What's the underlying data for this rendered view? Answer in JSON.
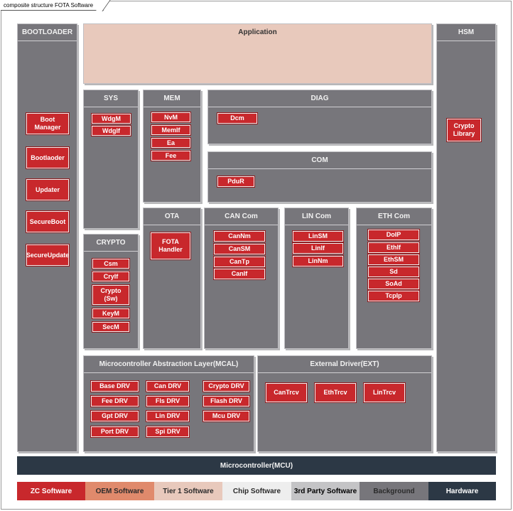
{
  "frame_title": "composite structure FOTA Software",
  "bootloader": {
    "title": "BOOTLOADER",
    "modules": [
      "Boot\nManager",
      "Bootlaoder",
      "Updater",
      "SecureBoot",
      "SecureUpdate"
    ]
  },
  "application": {
    "title": "Application"
  },
  "hsm": {
    "title": "HSM",
    "modules": [
      "Crypto\nLibrary"
    ]
  },
  "sys": {
    "title": "SYS",
    "modules": [
      "WdgM",
      "WdgIf"
    ]
  },
  "mem": {
    "title": "MEM",
    "modules": [
      "NvM",
      "MemIf",
      "Ea",
      "Fee"
    ]
  },
  "diag": {
    "title": "DIAG",
    "modules": [
      "Dcm"
    ]
  },
  "com": {
    "title": "COM",
    "modules": [
      "PduR"
    ]
  },
  "crypto": {
    "title": "CRYPTO",
    "modules": [
      "Csm",
      "CryIf",
      "Crypto\n(Sw)",
      "KeyM",
      "SecM"
    ]
  },
  "ota": {
    "title": "OTA",
    "modules": [
      "FOTA\nHandler"
    ]
  },
  "can_com": {
    "title": "CAN Com",
    "modules": [
      "CanNm",
      "CanSM",
      "CanTp",
      "CanIf"
    ]
  },
  "lin_com": {
    "title": "LIN Com",
    "modules": [
      "LinSM",
      "LinIf",
      "LinNm"
    ]
  },
  "eth_com": {
    "title": "ETH Com",
    "modules": [
      "DoIP",
      "EthIf",
      "EthSM",
      "Sd",
      "SoAd",
      "TcpIp"
    ]
  },
  "mcal": {
    "title": "Microcontroller Abstraction Layer(MCAL)",
    "modules": [
      "Base DRV",
      "Can DRV",
      "Crypto DRV",
      "Fee DRV",
      "Fls DRV",
      "Flash DRV",
      "Gpt DRV",
      "Lin DRV",
      "Mcu DRV",
      "Port DRV",
      "Spi DRV"
    ]
  },
  "ext": {
    "title": "External Driver(EXT)",
    "modules": [
      "CanTrcv",
      "EthTrcv",
      "LinTrcv"
    ]
  },
  "mcu": {
    "title": "Microcontroller(MCU)"
  },
  "legend": [
    {
      "label": "ZC Software",
      "bg": "#c8282c",
      "fg": "#ffffff"
    },
    {
      "label": "OEM Software",
      "bg": "#e08a6c",
      "fg": "#2b2b2b"
    },
    {
      "label": "Tier 1 Software",
      "bg": "#e8c9bc",
      "fg": "#2b2b2b"
    },
    {
      "label": "Chip Software",
      "bg": "#eeeeee",
      "fg": "#2b2b2b"
    },
    {
      "label": "3rd Party Software",
      "bg": "#c4c4c6",
      "fg": "#000000"
    },
    {
      "label": "Background",
      "bg": "#77767b",
      "fg": "#2b2b2b"
    },
    {
      "label": "Hardware",
      "bg": "#2c3845",
      "fg": "#ffffff"
    }
  ]
}
